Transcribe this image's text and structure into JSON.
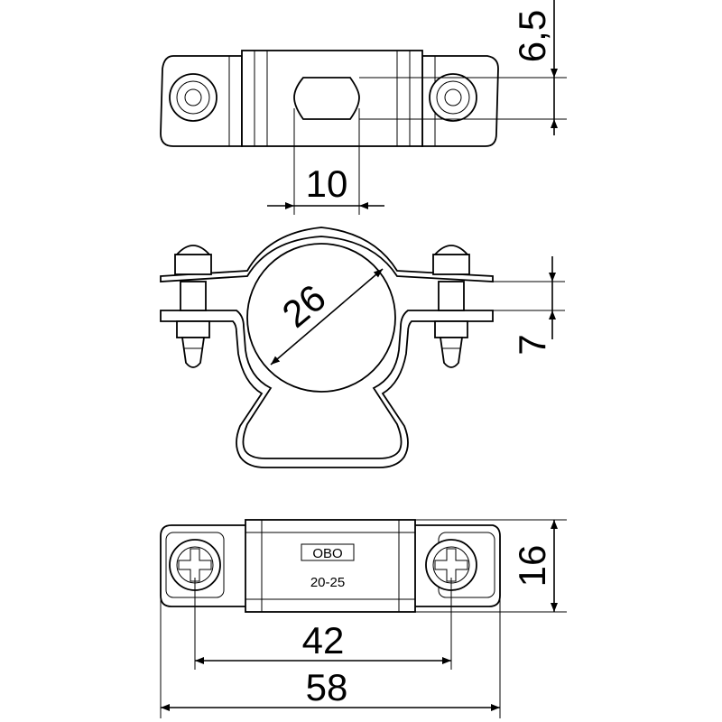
{
  "drawing": {
    "dimensions": {
      "top_height": "6,5",
      "top_slot_width": "10",
      "pipe_diameter": "26",
      "clip_height": "7",
      "bottom_height": "16",
      "hole_spacing": "42",
      "overall_length": "58"
    },
    "marking": {
      "brand": "OBO",
      "size_range": "20-25"
    }
  }
}
